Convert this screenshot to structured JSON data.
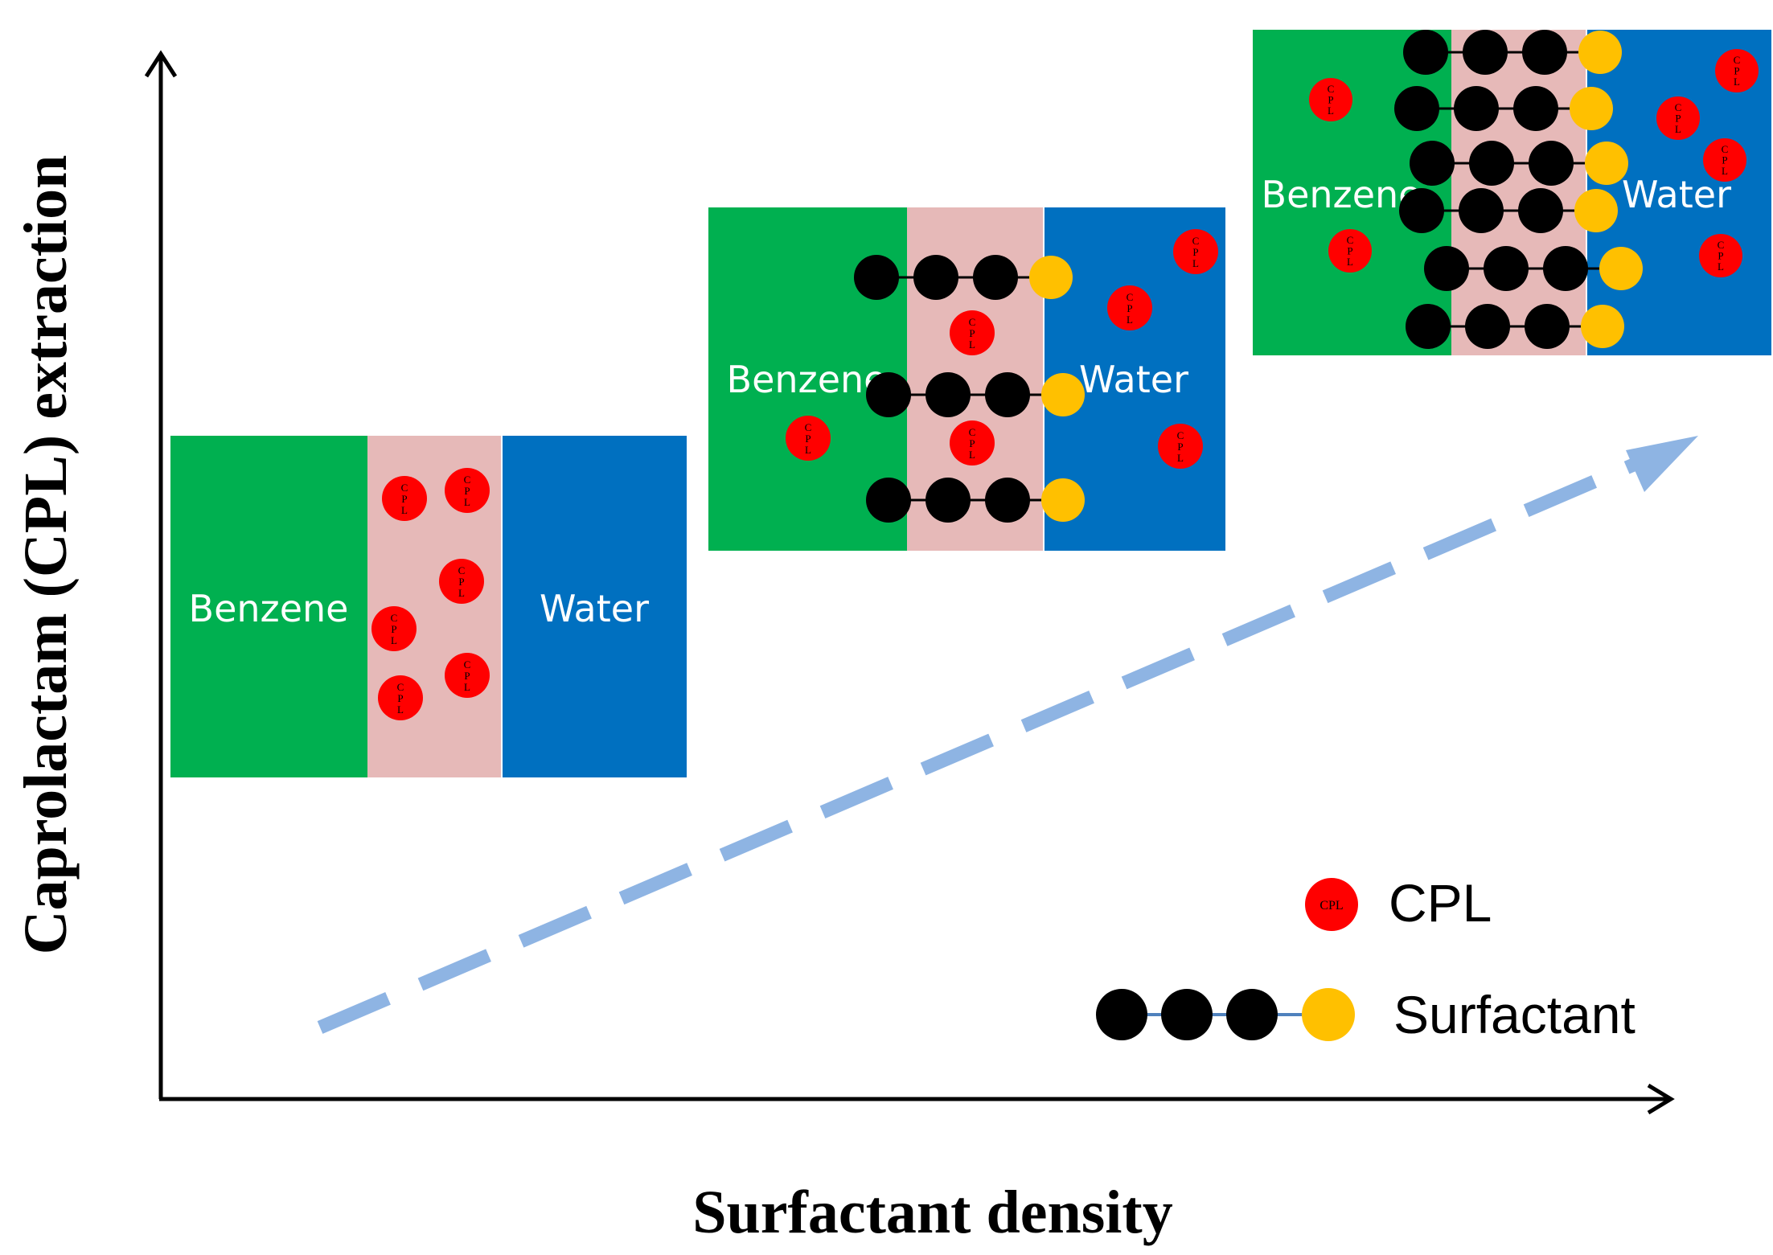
{
  "axes": {
    "y_title": "Caprolactam (CPL) extraction",
    "x_title": "Surfactant density"
  },
  "colors": {
    "benzene": "#00b050",
    "interface": "#e6b9b8",
    "water": "#0070c0",
    "cpl": "#ff0000",
    "tail_bead": "#000000",
    "head_bead": "#ffc000",
    "trend_arrow": "#8eb4e3"
  },
  "panels": [
    {
      "id": "low",
      "benzene_label": "Benzene",
      "water_label": "Water",
      "cpl_label": "C P L",
      "surfactant_count": 0,
      "cpl_in_interface": 6,
      "cpl_in_benzene": 0,
      "cpl_in_water": 0
    },
    {
      "id": "medium",
      "benzene_label": "Benzene",
      "water_label": "Water",
      "cpl_label": "C P L",
      "surfactant_count": 3,
      "cpl_in_interface": 2,
      "cpl_in_benzene": 1,
      "cpl_in_water": 3
    },
    {
      "id": "high",
      "benzene_label": "Benzene",
      "water_label": "Water",
      "cpl_label": "C P L",
      "surfactant_count": 6,
      "cpl_in_interface": 0,
      "cpl_in_benzene": 2,
      "cpl_in_water": 4
    }
  ],
  "legend": {
    "cpl_label": "CPL",
    "cpl_icon_text": "CPL",
    "surfactant_label": "Surfactant"
  }
}
